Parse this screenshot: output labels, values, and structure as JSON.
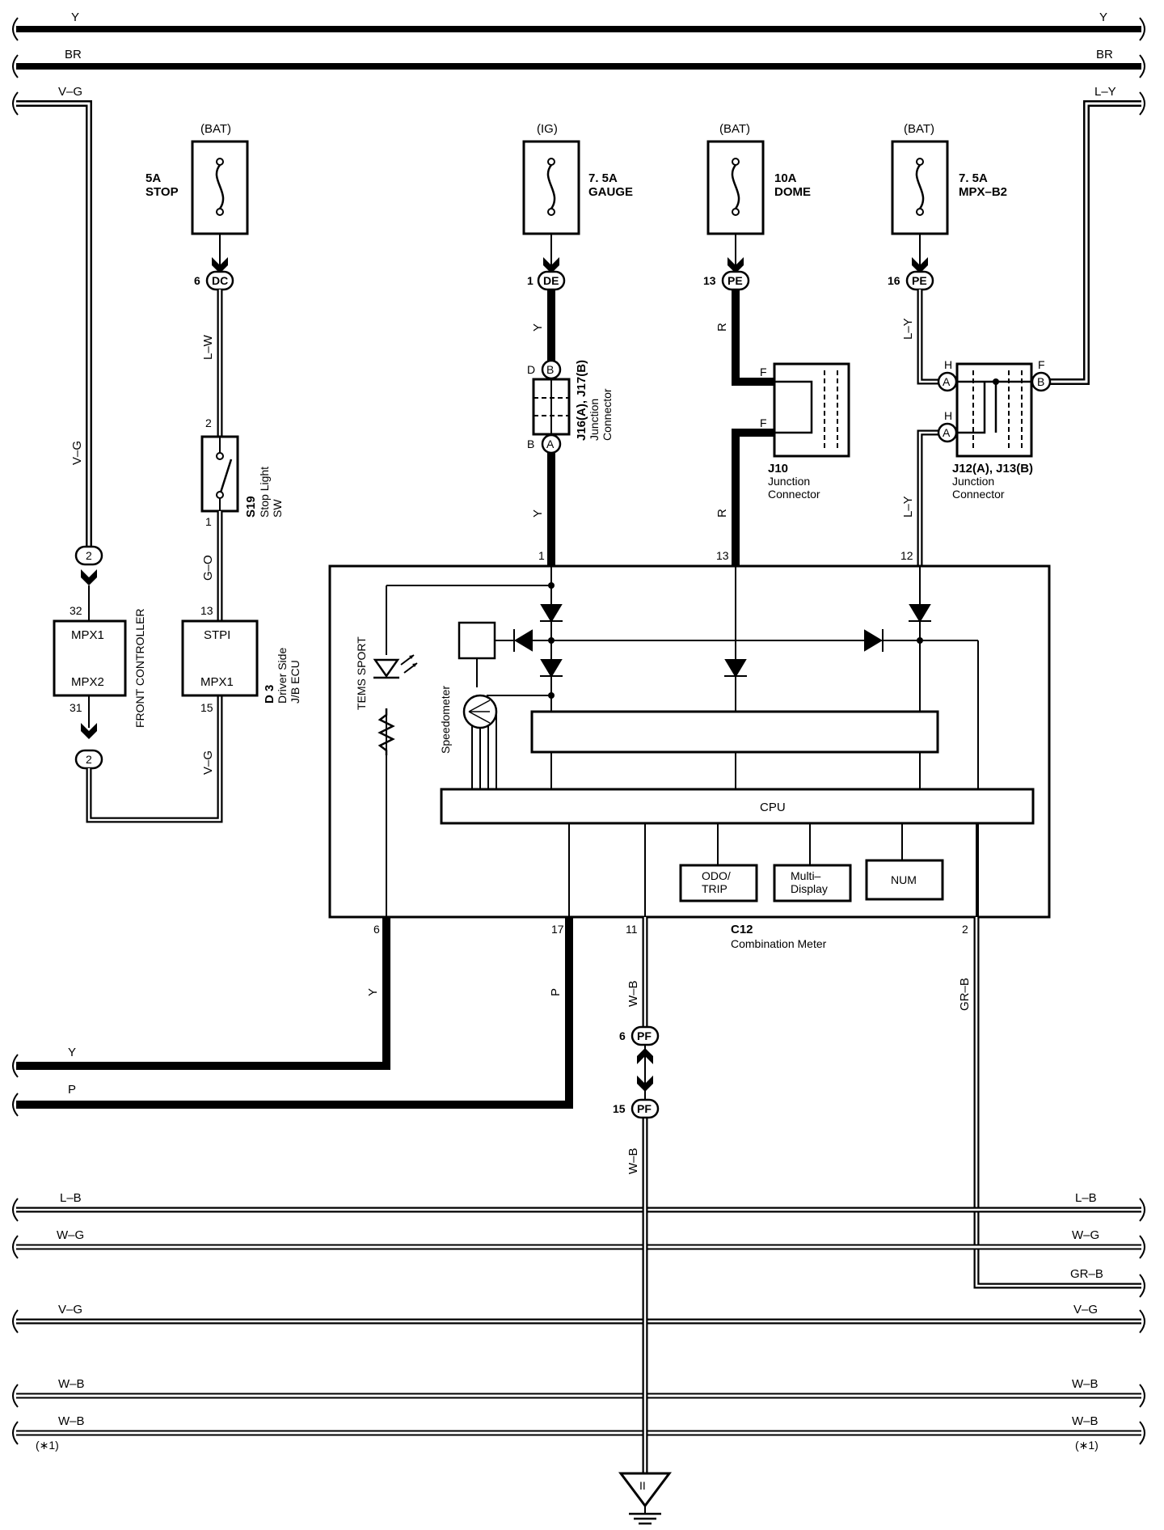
{
  "buses": {
    "top": [
      {
        "left": "Y",
        "right": "Y",
        "heavy": true
      },
      {
        "left": "BR",
        "right": "BR",
        "heavy": true
      }
    ],
    "vg_top": "V–G",
    "ly_top": "L–Y",
    "bottom": [
      {
        "left": "Y"
      },
      {
        "left": "P"
      }
    ],
    "lower": [
      {
        "left": "L–B",
        "right": "L–B"
      },
      {
        "left": "W–G",
        "right": "W–G"
      },
      {
        "right": "GR–B"
      },
      {
        "left": "V–G",
        "right": "V–G"
      },
      {
        "left": "W–B",
        "right": "W–B"
      },
      {
        "left": "W–B",
        "right": "W–B"
      }
    ],
    "note_left": "(∗1)",
    "note_right": "(∗1)"
  },
  "fuses": [
    {
      "source": "(BAT)",
      "rating": "5A",
      "name": "STOP"
    },
    {
      "source": "(IG)",
      "rating": "7. 5A",
      "name": "GAUGE"
    },
    {
      "source": "(BAT)",
      "rating": "10A",
      "name": "DOME"
    },
    {
      "source": "(BAT)",
      "rating": "7. 5A",
      "name": "MPX–B2"
    }
  ],
  "connectors": {
    "dc": {
      "code": "DC",
      "pin": "6"
    },
    "de": {
      "code": "DE",
      "pin": "1"
    },
    "pe13": {
      "code": "PE",
      "pin": "13"
    },
    "pe16": {
      "code": "PE",
      "pin": "16"
    },
    "pf6": {
      "code": "PF",
      "pin": "6"
    },
    "pf15": {
      "code": "PF",
      "pin": "15"
    },
    "c2a": "2",
    "c2b": "2"
  },
  "wires": {
    "lw": "L–W",
    "go": "G–O",
    "vg_left": "V–G",
    "vg_d3": "V–G",
    "y_upper": "Y",
    "y_lower": "Y",
    "r_upper": "R",
    "r_lower": "R",
    "ly_upper": "L–Y",
    "ly_lower": "L–Y",
    "y_out": "Y",
    "p_out": "P",
    "wb_upper": "W–B",
    "wb_lower": "W–B",
    "grb": "GR–B"
  },
  "j16": {
    "title": "J16(A), J17(B)",
    "sub1": "Junction",
    "sub2": "Connector",
    "pin_top_letter": "D",
    "pin_top": "B",
    "pin_bot_letter": "B",
    "pin_bot": "A"
  },
  "j10": {
    "title": "J10",
    "sub1": "Junction",
    "sub2": "Connector",
    "pin1": "F",
    "pin2": "F"
  },
  "j12": {
    "title": "J12(A), J13(B)",
    "sub1": "Junction",
    "sub2": "Connector",
    "pin_h1": "H",
    "pin_a1": "A",
    "pin_f": "F",
    "pin_b": "B",
    "pin_h2": "H",
    "pin_a2": "A"
  },
  "s19": {
    "title": "S19",
    "sub1": "Stop Light",
    "sub2": "SW",
    "pin_top": "2",
    "pin_bot": "1"
  },
  "front_controller": {
    "label": "FRONT CONTROLLER",
    "top": "MPX1",
    "bottom": "MPX2",
    "pin_top": "32",
    "pin_bot": "31"
  },
  "d3": {
    "title": "D 3",
    "sub1": "Driver Side",
    "sub2": "J/B ECU",
    "top": "STPI",
    "bottom": "MPX1",
    "pin_top": "13",
    "pin_bot": "15"
  },
  "meter": {
    "title": "C12",
    "subtitle": "Combination Meter",
    "cpu": "CPU",
    "odo": [
      "ODO/",
      "TRIP"
    ],
    "multi": [
      "Multi–",
      "Display"
    ],
    "num": "NUM",
    "tems": "TEMS SPORT",
    "speedometer": "Speedometer",
    "pins_top": {
      "p1": "1",
      "p13": "13",
      "p12": "12"
    },
    "pins_bottom": {
      "p6": "6",
      "p17": "17",
      "p11": "11",
      "p2": "2"
    }
  },
  "ground": "II"
}
